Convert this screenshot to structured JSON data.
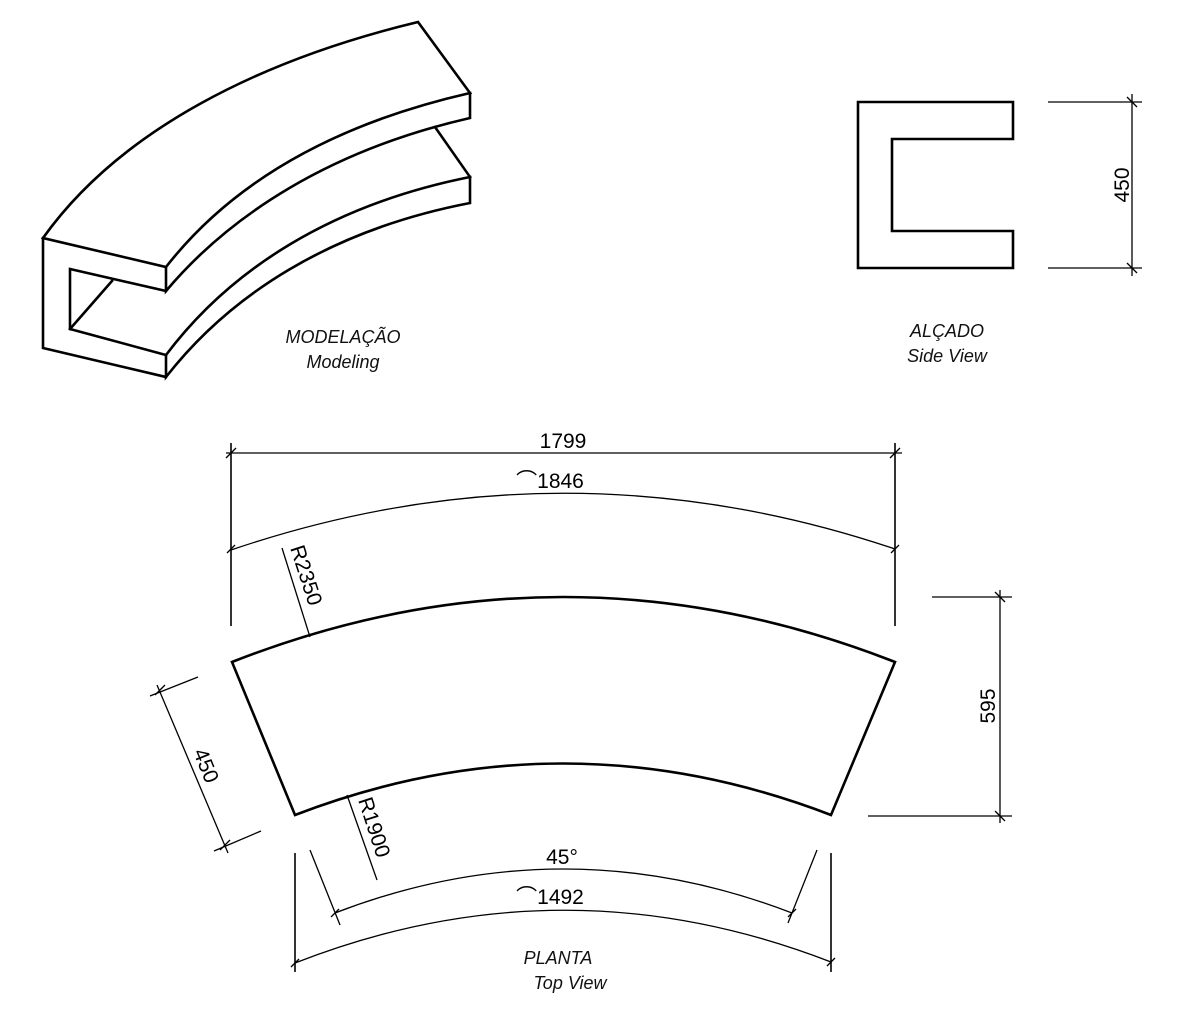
{
  "views": {
    "modeling": {
      "title": "MODELAÇÃO",
      "subtitle": "Modeling"
    },
    "side_view": {
      "title": "ALÇADO",
      "subtitle": "Side View",
      "height_dim": "450"
    },
    "top_view": {
      "title": "PLANTA",
      "subtitle": "Top View",
      "chord_length": "1799",
      "outer_arc_length": "⌒1846",
      "outer_radius": "R2350",
      "inner_radius": "R1900",
      "depth": "450",
      "overall_depth": "595",
      "angle": "45°",
      "inner_arc_length": "⌒1492"
    }
  },
  "colors": {
    "background": "#ffffff",
    "line": "#000000"
  }
}
